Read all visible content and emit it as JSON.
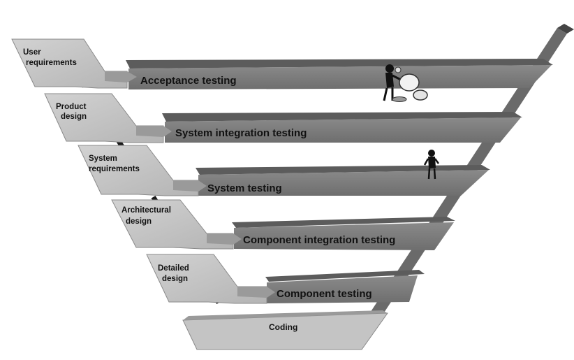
{
  "diagram": {
    "design_stages": [
      {
        "lines": [
          "User",
          "requirements"
        ]
      },
      {
        "lines": [
          "Product",
          "design"
        ]
      },
      {
        "lines": [
          "System",
          "requirements"
        ]
      },
      {
        "lines": [
          "Architectural",
          "design"
        ]
      },
      {
        "lines": [
          "Detailed",
          "design"
        ]
      }
    ],
    "test_stages": [
      {
        "label": "Acceptance testing"
      },
      {
        "label": "System integration testing"
      },
      {
        "label": "System testing"
      },
      {
        "label": "Component integration testing"
      },
      {
        "label": "Component testing"
      }
    ],
    "coding": {
      "label": "Coding"
    },
    "colors": {
      "left_block": "#c8c8c8",
      "left_block_shade": "#9a9a9a",
      "bar_face": "#7d7d7d",
      "bar_top": "#5c5c5c",
      "coding_block": "#c4c4c4",
      "rail": "#1a1a1a",
      "text": "#111111"
    },
    "icons": [
      "person-pushing-cart-icon",
      "person-standing-icon"
    ]
  }
}
